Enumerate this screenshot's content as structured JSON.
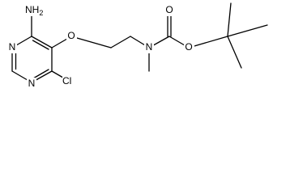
{
  "molecule": {
    "atoms": {
      "amino_group": "NH2",
      "ring_n_top": "N",
      "ring_n_bottom": "N",
      "ether_o": "O",
      "chloro": "Cl",
      "carbamate_n": "N",
      "carbonyl_o": "O",
      "ester_o": "O"
    },
    "colors": {
      "ink": "#000000",
      "background": "#ffffff"
    }
  }
}
